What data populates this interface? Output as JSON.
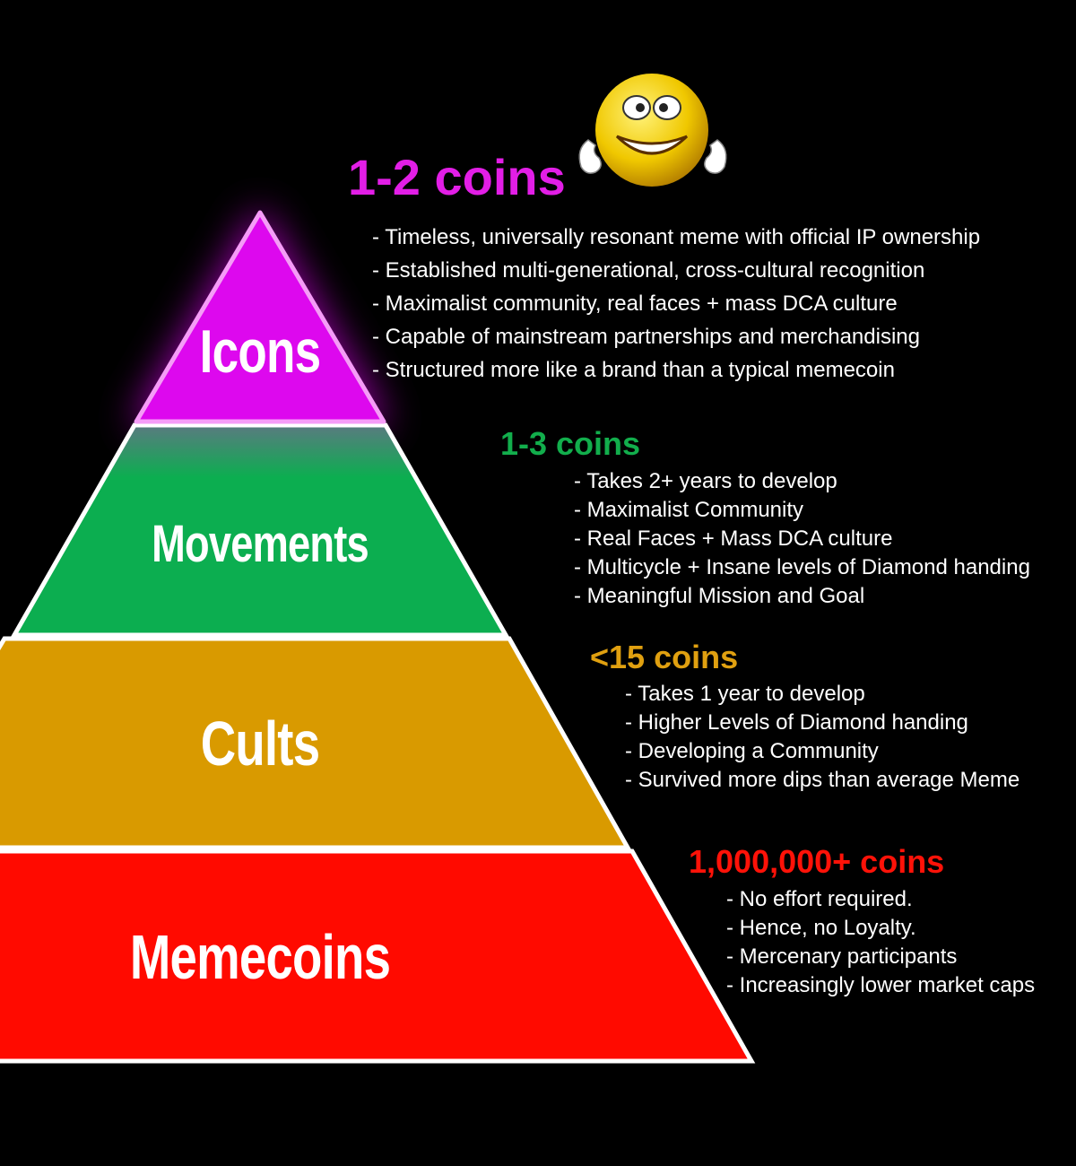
{
  "colors": {
    "icons": "#dd08ee",
    "movements": "#0cae50",
    "cults": "#d99a00",
    "memecoins": "#ff0a00"
  },
  "tiers": [
    {
      "label": "Icons",
      "count": "1-2 coins",
      "count_color": "#e21ee6",
      "bullets": [
        "- Timeless, universally resonant meme with official IP ownership",
        "- Established multi-generational, cross-cultural recognition",
        "- Maximalist community, real faces + mass DCA culture",
        "- Capable of mainstream partnerships and merchandising",
        "- Structured more like a brand than a typical memecoin"
      ]
    },
    {
      "label": "Movements",
      "count": "1-3 coins",
      "count_color": "#12ae4c",
      "bullets": [
        "- Takes 2+ years to develop",
        "- Maximalist Community",
        "- Real Faces + Mass DCA culture",
        "- Multicycle + Insane levels of Diamond handing",
        "- Meaningful Mission and Goal"
      ]
    },
    {
      "label": "Cults",
      "count": "<15 coins",
      "count_color": "#e0a010",
      "bullets": [
        "- Takes 1 year to develop",
        "- Higher Levels of Diamond handing",
        "- Developing a Community",
        "- Survived more dips than average Meme"
      ]
    },
    {
      "label": "Memecoins",
      "count": "1,000,000+ coins",
      "count_color": "#ff1208",
      "bullets": [
        "- No effort required.",
        "- Hence, no Loyalty.",
        "- Mercenary participants",
        "- Increasingly lower market caps"
      ]
    }
  ]
}
